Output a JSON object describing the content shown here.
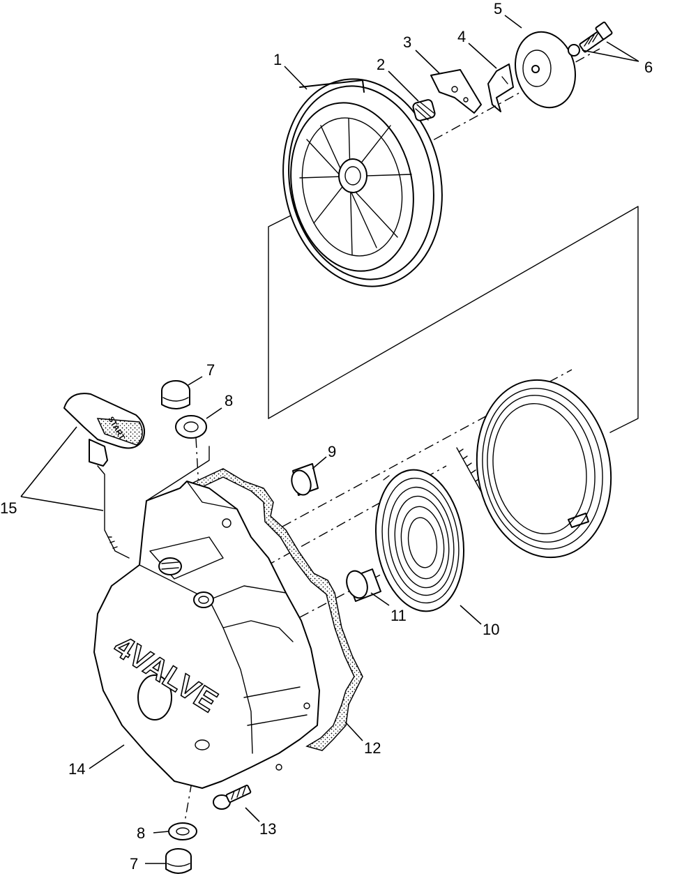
{
  "callouts": {
    "c1": "1",
    "c2": "2",
    "c3": "3",
    "c4": "4",
    "c5": "5",
    "c6": "6",
    "c7a": "7",
    "c7b": "7",
    "c8a": "8",
    "c8b": "8",
    "c9": "9",
    "c10": "10",
    "c11": "11",
    "c12": "12",
    "c13": "13",
    "c14": "14",
    "c15": "15"
  },
  "cover_lettering": "4VALVE",
  "handle_lettering": "START"
}
